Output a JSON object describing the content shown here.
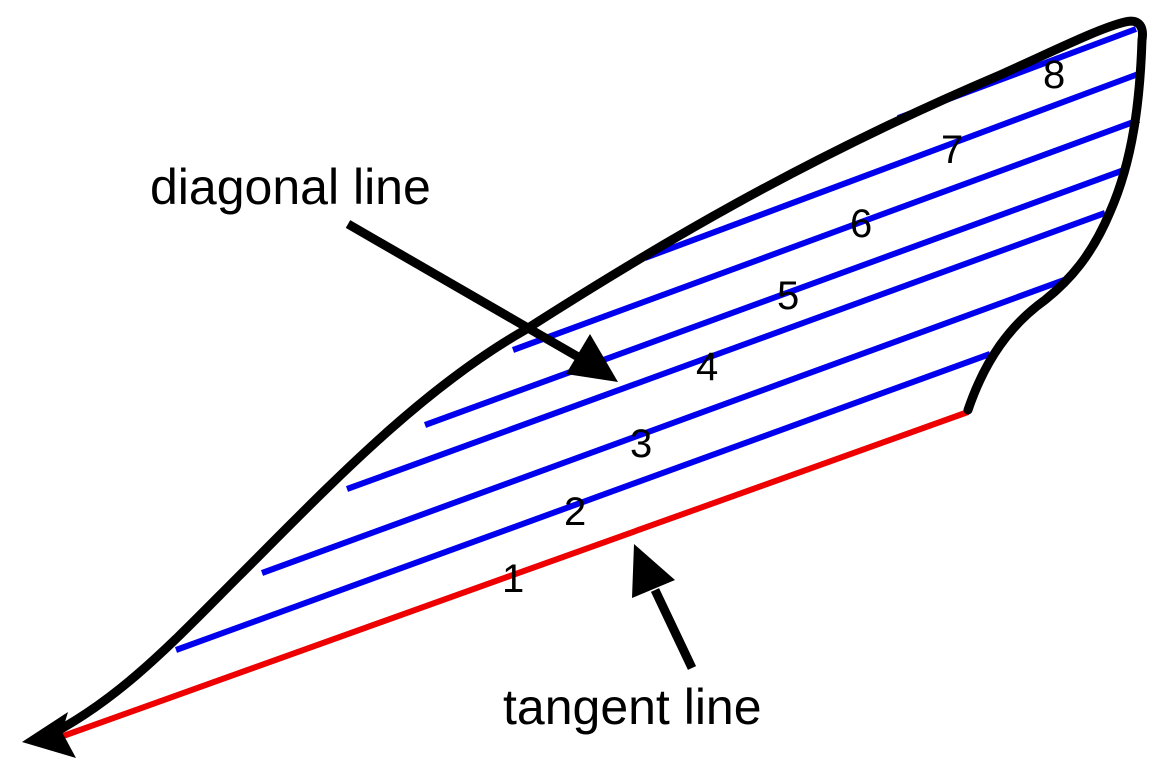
{
  "labels": {
    "diagonal": "diagonal line",
    "tangent": "tangent line"
  },
  "bands": [
    "1",
    "2",
    "3",
    "4",
    "5",
    "6",
    "7",
    "8"
  ],
  "colors": {
    "outline": "#000000",
    "diagonal_lines": "#0000ee",
    "tangent_line": "#ee0000",
    "arrows": "#000000",
    "background": "#ffffff"
  }
}
